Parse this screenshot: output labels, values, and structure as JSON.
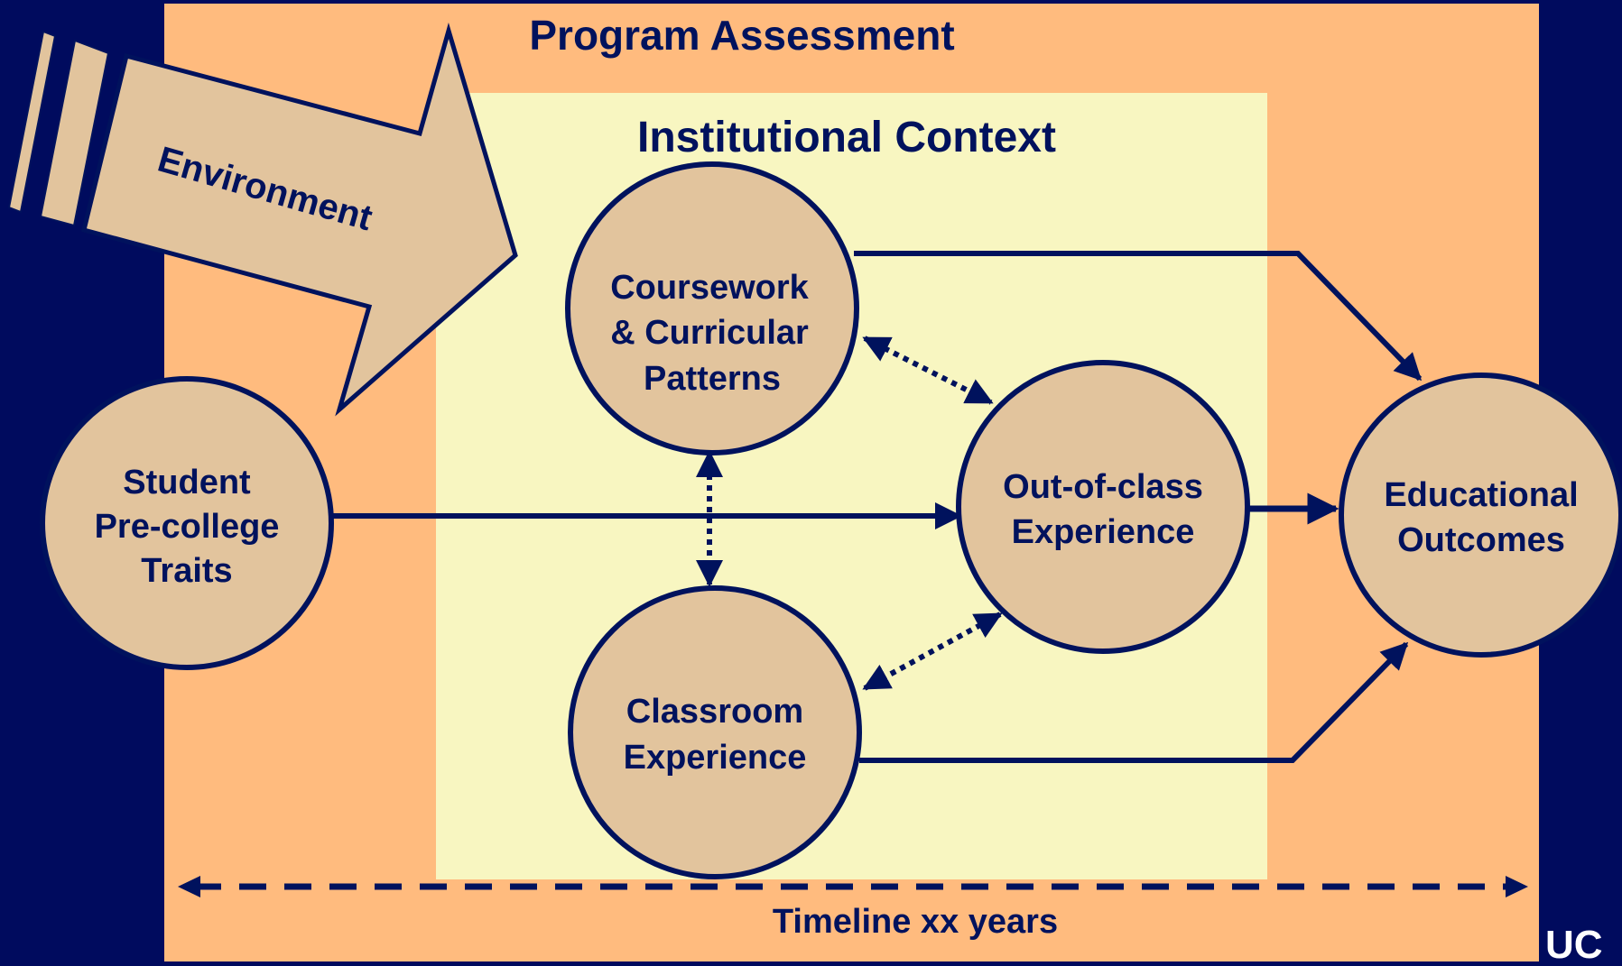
{
  "outer_title": "Program Assessment",
  "inner_title": "Institutional Context",
  "environment_label": "Environment",
  "nodes": {
    "student": [
      "Student",
      "Pre-college",
      "Traits"
    ],
    "coursework": [
      "Coursework",
      "& Curricular",
      "Patterns"
    ],
    "outofclass": [
      "Out-of-class",
      "Experience"
    ],
    "classroom": [
      "Classroom",
      "Experience"
    ],
    "outcomes": [
      "Educational",
      "Outcomes"
    ]
  },
  "timeline_label": "Timeline xx years",
  "logo_text": "UC",
  "colors": {
    "background": "#000b5e",
    "outer_box": "#ffbb7e",
    "inner_box": "#f8f6c1",
    "node_fill": "#e2c49d",
    "line": "#00125d"
  }
}
